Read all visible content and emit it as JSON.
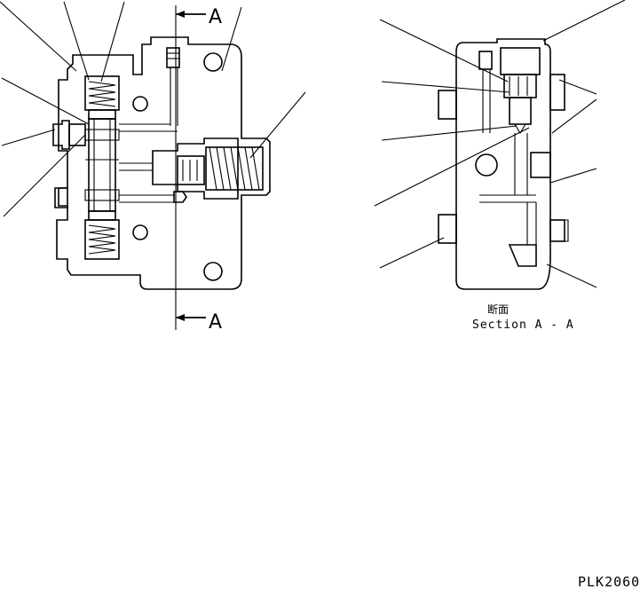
{
  "section_marker": {
    "top_letter": "A",
    "bottom_letter": "A"
  },
  "section_caption": {
    "japanese": "断面",
    "english": "Section A - A"
  },
  "drawing_code": "PLK2060"
}
